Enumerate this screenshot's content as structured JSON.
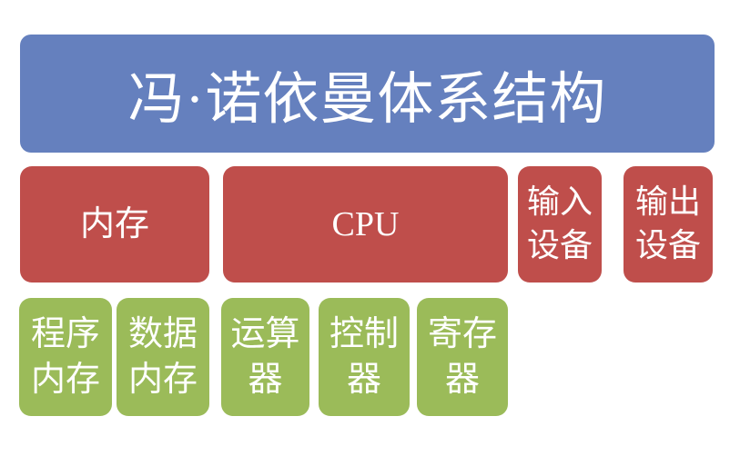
{
  "colors": {
    "background": "#ffffff",
    "banner_blue": "#6580be",
    "box_red": "#bf4e4b",
    "box_green": "#9bbb59",
    "text": "#ffffff"
  },
  "title": {
    "text": "冯·诺依曼体系结构"
  },
  "row2": {
    "memory": {
      "label": "内存"
    },
    "cpu": {
      "label": "CPU"
    },
    "input": {
      "line1": "输入",
      "line2": "设备"
    },
    "output": {
      "line1": "输出",
      "line2": "设备"
    }
  },
  "row3": {
    "program_memory": {
      "line1": "程序",
      "line2": "内存"
    },
    "data_memory": {
      "line1": "数据",
      "line2": "内存"
    },
    "alu": {
      "line1": "运算",
      "line2": "器"
    },
    "control_unit": {
      "line1": "控制",
      "line2": "器"
    },
    "register": {
      "line1": "寄存",
      "line2": "器"
    }
  }
}
